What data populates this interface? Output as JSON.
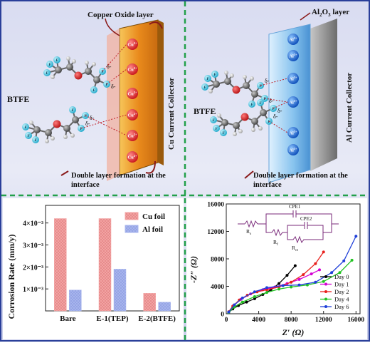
{
  "top_left": {
    "layer_label": "Copper Oxide layer",
    "collector_label": "Cu Current Collector",
    "molecule_label": "BTFE",
    "caption": "Double layer formation at the",
    "caption2": "interface",
    "ion": "Cu",
    "ion_charge": "2+",
    "delta": "δ-"
  },
  "top_right": {
    "layer_label_pre": "Al",
    "layer_label_sub1": "2",
    "layer_label_mid": "O",
    "layer_label_sub2": "3",
    "layer_label_post": " layer",
    "collector_label": "Al Current Collector",
    "molecule_label": "BTFE",
    "caption": "Double layer formation at the",
    "caption2": "interface",
    "ion": "Al",
    "ion_charge": "3+",
    "delta": "δ-"
  },
  "bar_chart": {
    "chart_data": {
      "type": "bar",
      "categories": [
        "Bare",
        "E-1(TEP)",
        "E-2(BTFE)"
      ],
      "series": [
        {
          "name": "Cu foil",
          "values": [
            0.0042,
            0.0042,
            0.0008
          ]
        },
        {
          "name": "Al foil",
          "values": [
            0.00095,
            0.0019,
            0.0004
          ]
        }
      ],
      "ylabel": "Corrosion Rate (mm/y)",
      "ylim": [
        0,
        0.0048
      ],
      "yticks": [
        "1×10⁻³",
        "2×10⁻³",
        "3×10⁻³",
        "4×10⁻³"
      ],
      "ytick_values": [
        0.001,
        0.002,
        0.003,
        0.004
      ],
      "colors": [
        "#f4a6a6",
        "#a9b7ee"
      ],
      "legend_position": "top-right"
    }
  },
  "eis_chart": {
    "chart_data": {
      "type": "line",
      "xlabel": "Z′ (Ω)",
      "ylabel": "-Z″ (Ω)",
      "xlim": [
        0,
        16500
      ],
      "ylim": [
        0,
        16000
      ],
      "xticks": [
        "0",
        "4000",
        "8000",
        "12000",
        "16000"
      ],
      "xtick_values": [
        0,
        4000,
        8000,
        12000,
        16000
      ],
      "yticks": [
        "0",
        "4000",
        "8000",
        "12000",
        "16000"
      ],
      "ytick_values": [
        0,
        4000,
        8000,
        12000,
        16000
      ],
      "legend_position": "bottom-right",
      "series": [
        {
          "name": "Day 0",
          "color": "#000000",
          "x": [
            300,
            800,
            1500,
            2500,
            3500,
            4500,
            5500,
            6500,
            7500,
            8500
          ],
          "y": [
            200,
            700,
            1200,
            1700,
            2200,
            2800,
            3500,
            4400,
            5600,
            7000
          ]
        },
        {
          "name": "Day 1",
          "color": "#d400d4",
          "x": [
            300,
            900,
            1800,
            3000,
            4500,
            6000,
            7500,
            9000,
            10500,
            11500
          ],
          "y": [
            250,
            1200,
            2100,
            2900,
            3500,
            3900,
            4400,
            5000,
            5800,
            6400
          ]
        },
        {
          "name": "Day 2",
          "color": "#e8201c",
          "x": [
            300,
            800,
            1600,
            2600,
            3800,
            5000,
            6500,
            8000,
            9500,
            11000,
            12000
          ],
          "y": [
            300,
            1100,
            2000,
            2700,
            3200,
            3500,
            3900,
            4600,
            5700,
            7300,
            9000
          ]
        },
        {
          "name": "Day 4",
          "color": "#22c322",
          "x": [
            300,
            1000,
            2000,
            3500,
            5000,
            6500,
            8000,
            10000,
            12000,
            14000,
            15500
          ],
          "y": [
            200,
            1000,
            1700,
            2500,
            3100,
            3600,
            3900,
            4200,
            4700,
            6000,
            7800
          ]
        },
        {
          "name": "Day 6",
          "color": "#1f3fd8",
          "x": [
            300,
            1000,
            2000,
            3500,
            5000,
            7000,
            9000,
            11000,
            13000,
            14500,
            16000
          ],
          "y": [
            250,
            1300,
            2300,
            3200,
            3800,
            4100,
            4200,
            4600,
            6000,
            7700,
            11300
          ]
        }
      ],
      "circuit_labels": {
        "rs": "R",
        "rs_sub": "s",
        "rf": "R",
        "rf_sub": "f",
        "rct": "R",
        "rct_sub": "ct",
        "cpe1": "CPE1",
        "cpe2": "CPE2"
      }
    }
  }
}
